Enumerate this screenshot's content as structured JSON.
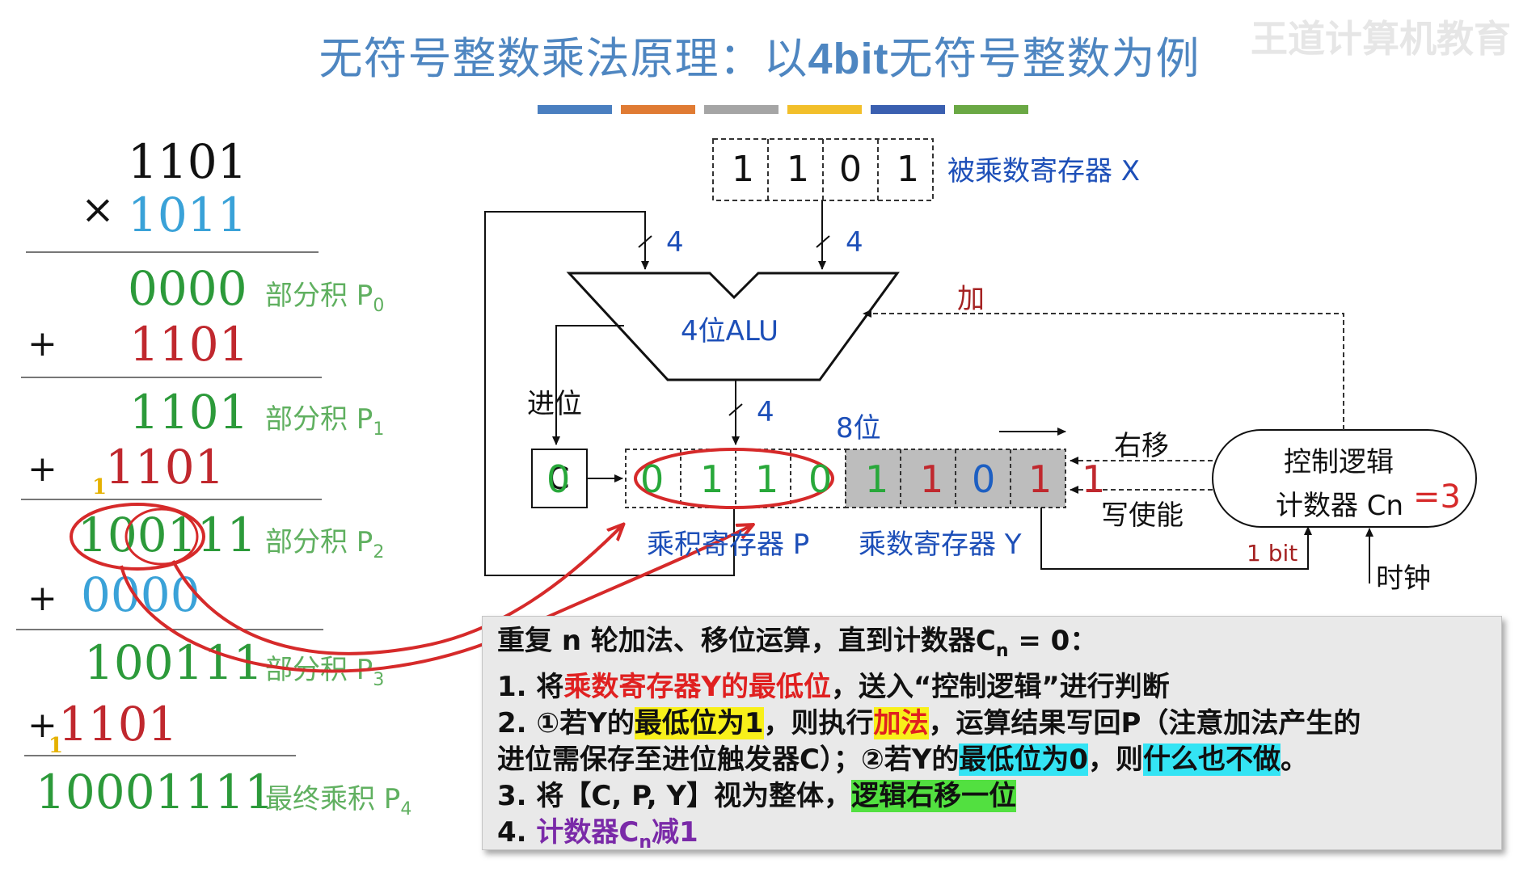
{
  "title": {
    "prefix": "无符号整数乘法原理：以",
    "bold": "4bit",
    "suffix": "无符号整数为例"
  },
  "watermark": "王道计算机教育",
  "colors": {
    "bars": [
      "#4a7fc0",
      "#e07b33",
      "#a5a5a5",
      "#f2bf2a",
      "#3a5fb0",
      "#6aa844"
    ]
  },
  "calc": {
    "multiplicand": "1101",
    "times_sign": "×",
    "multiplier": "1011",
    "plus": "+",
    "p0": "0000",
    "add1": "1101",
    "p1": "1101",
    "add2": "1101",
    "carry": "1",
    "p2": "100111",
    "add3": "0000",
    "p3": "100111",
    "add4": "1101",
    "final": "10001111",
    "labels": {
      "p0": "部分积 P",
      "p1": "部分积 P",
      "p2": "部分积 P",
      "p3": "部分积 P",
      "final": "最终乘积 P"
    },
    "subs": {
      "p0": "0",
      "p1": "1",
      "p2": "2",
      "p3": "3",
      "final": "4"
    }
  },
  "diagram": {
    "x_reg_label": "被乘数寄存器 X",
    "x_bits": [
      "1",
      "1",
      "0",
      "1"
    ],
    "bus_width": "4",
    "alu_label": "4位ALU",
    "add_label": "加",
    "carry_label": "进位",
    "c_label": "C",
    "c_value": "0",
    "eight_bit_label": "8位",
    "p_bits": [
      "0",
      "1",
      "1",
      "0"
    ],
    "y_bits": [
      "1",
      "1",
      "0",
      "1"
    ],
    "y_shift_in": "1",
    "p_reg_label": "乘积寄存器 P",
    "y_reg_label": "乘数寄存器 Y",
    "shift_right_label": "右移",
    "write_enable_label": "写使能",
    "ctrl_line1": "控制逻辑",
    "ctrl_line2": "计数器 Cn",
    "counter_value": "=3",
    "one_bit_label": "1 bit",
    "clock_label": "时钟"
  },
  "notes": {
    "line0_a": "重复 n 轮加法、移位运算，直到计数器C",
    "line0_sub": "n",
    "line0_b": " = 0：",
    "line1_a": "1.  将",
    "line1_red": "乘数寄存器Y的最低位",
    "line1_b": "，送入“控制逻辑”进行判断",
    "line2_a": "2. ①若Y的",
    "line2_hl1": "最低位为1",
    "line2_b": "，则执行",
    "line2_hl2": "加法",
    "line2_c": "，运算结果写回P（注意加法产生的",
    "line3_a": "进位需保存至进位触发器C）；②若Y的",
    "line3_hl1": "最低位为0",
    "line3_b": "，则",
    "line3_hl2": "什么也不做",
    "line3_c": "。",
    "line4_a": "3. 将【C, P, Y】视为整体，",
    "line4_hl": "逻辑右移一位",
    "line5_a": "4. ",
    "line5_p1": "计数器C",
    "line5_sub": "n",
    "line5_p2": "减1"
  }
}
